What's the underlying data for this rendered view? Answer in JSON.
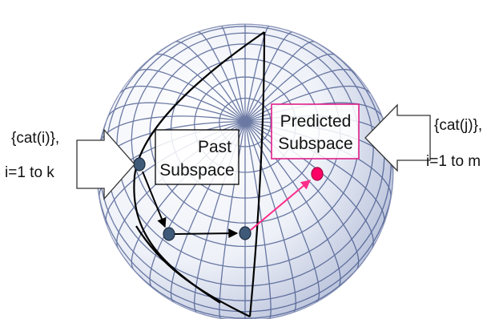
{
  "left_input": {
    "line1": "{cat(i)},",
    "line2": "i=1 to k"
  },
  "right_input": {
    "line1": "{cat(j)},",
    "line2": "i=1 to m"
  },
  "past_box": {
    "line1": "Past",
    "line2": "Subspace"
  },
  "predicted_box": {
    "line1": "Predicted",
    "line2": "Subspace"
  },
  "colors": {
    "grid": "#3c4f86",
    "node": "#3f5a78",
    "predicted_node": "#ff0066",
    "predicted_box_border": "#e01e8a",
    "prediction_arrow": "#ff2d8a",
    "path": "#000000"
  }
}
